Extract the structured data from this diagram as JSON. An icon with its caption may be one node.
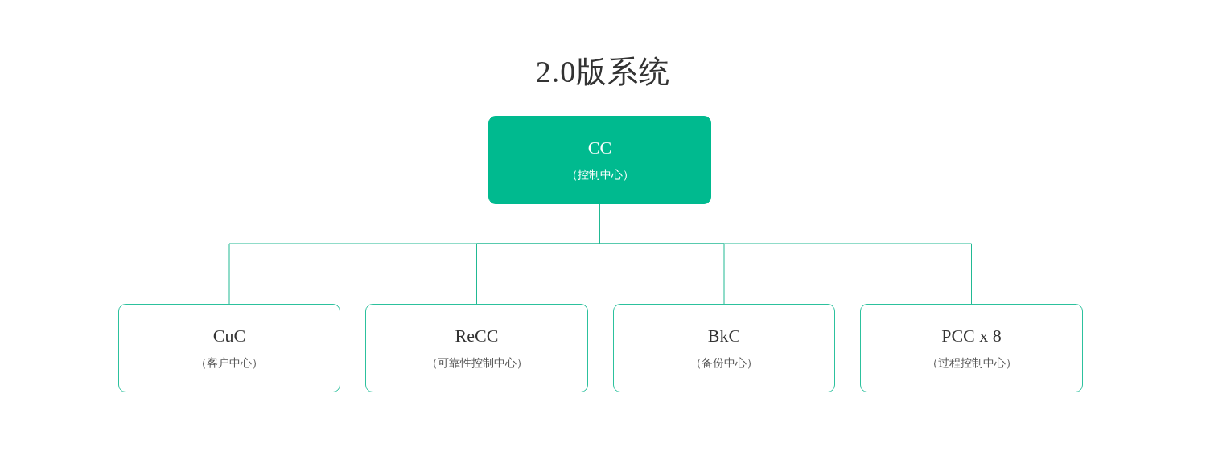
{
  "diagram": {
    "title": "2.0版系统",
    "nodes": [
      {
        "text": [
          "CC",
          "（控制中心）"
        ]
      },
      {
        "text": [
          "CuC",
          "（客户中心）"
        ]
      },
      {
        "text": [
          "ReCC",
          "（可靠性控制中心）"
        ]
      },
      {
        "text": [
          "BkC",
          "（备份中心）"
        ]
      },
      {
        "text": [
          "PCC x 8",
          "（过程控制中心）"
        ]
      }
    ],
    "edges": [
      {
        "from": 0,
        "to": 1,
        "arrow": "none"
      },
      {
        "from": 0,
        "to": 2,
        "arrow": "none"
      },
      {
        "from": 0,
        "to": 3,
        "arrow": "none"
      },
      {
        "from": 0,
        "to": 4,
        "arrow": "none"
      }
    ]
  }
}
